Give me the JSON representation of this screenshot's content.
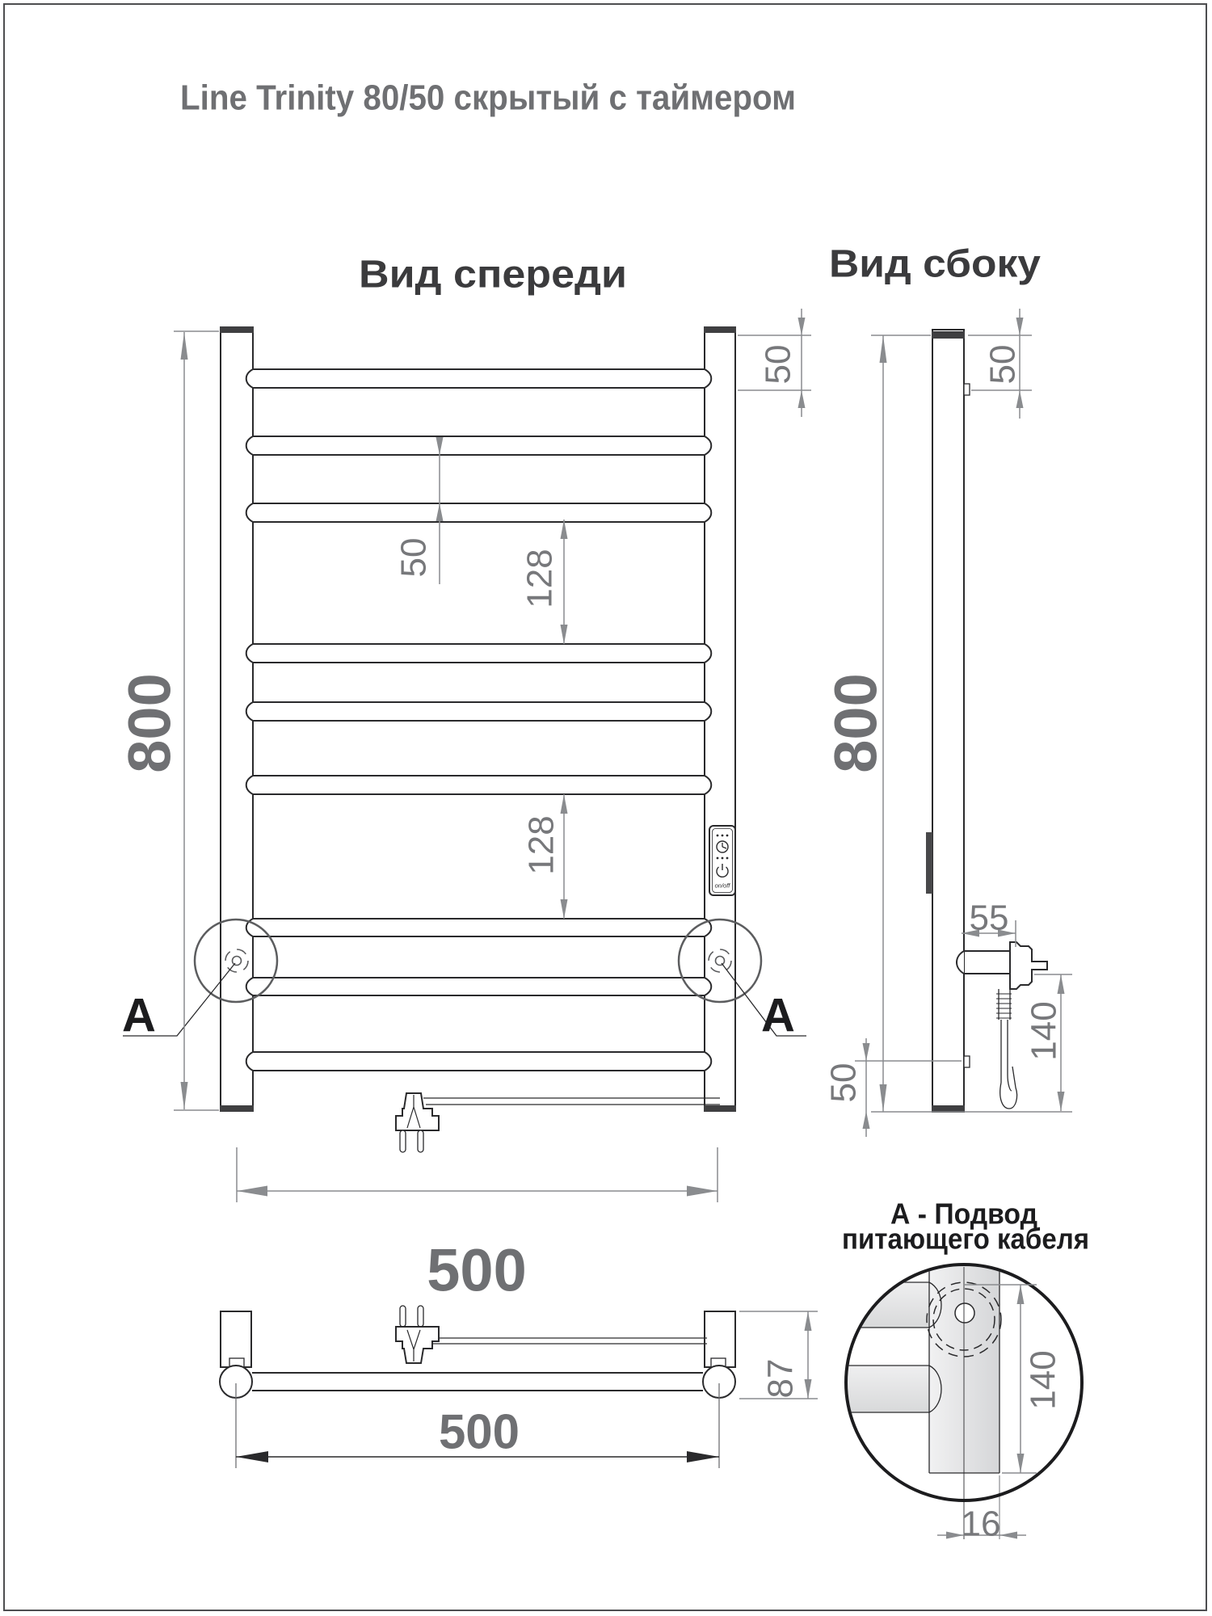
{
  "title": "Line Trinity 80/50 скрытый с таймером",
  "front": {
    "label": "Вид спереди",
    "dim_height": "800",
    "dim_top_offset": "50",
    "dim_rung_gap": "50",
    "dim_section_upper": "128",
    "dim_section_lower": "128",
    "dim_width": "500",
    "callout_left": "А",
    "callout_right": "А"
  },
  "side": {
    "label": "Вид сбоку",
    "dim_height": "800",
    "dim_top_offset": "50",
    "dim_bracket_depth": "55",
    "dim_element_length": "140",
    "dim_bottom_offset": "50"
  },
  "bottom": {
    "dim_width": "500",
    "dim_depth": "87"
  },
  "detail": {
    "caption_line1": "А - Подвод",
    "caption_line2": "питающего кабеля",
    "dim_cable_length": "140",
    "dim_cable_offset": "16"
  },
  "timer": {
    "label": "on/off"
  }
}
